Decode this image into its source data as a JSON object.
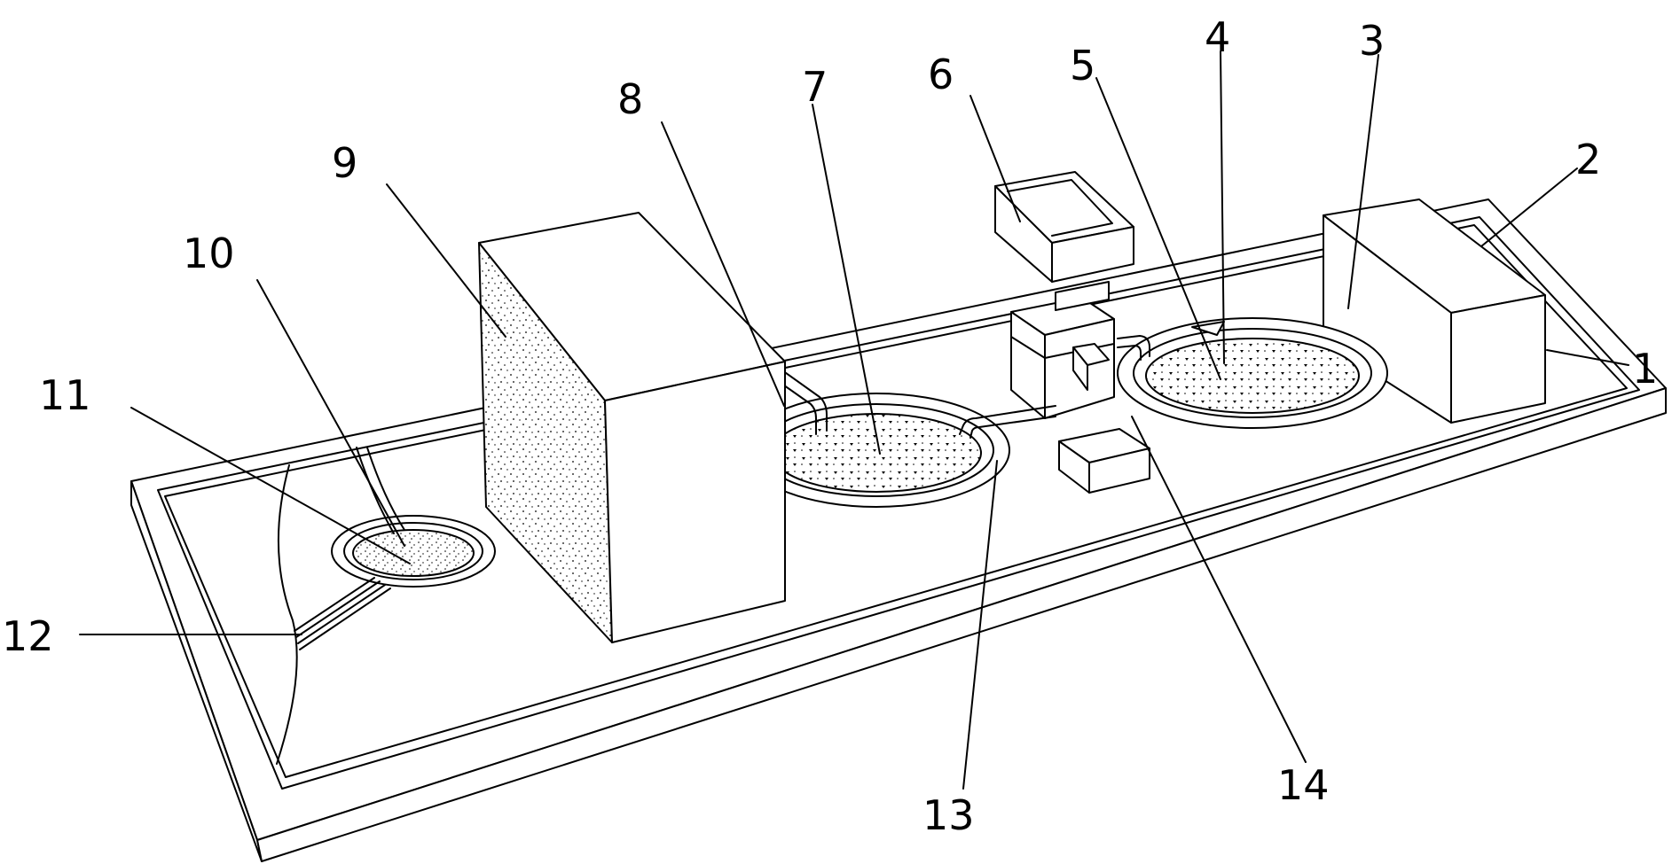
{
  "figure": {
    "labels": [
      {
        "id": "1",
        "text": "1"
      },
      {
        "id": "2",
        "text": "2"
      },
      {
        "id": "3",
        "text": "3"
      },
      {
        "id": "4",
        "text": "4"
      },
      {
        "id": "5",
        "text": "5"
      },
      {
        "id": "6",
        "text": "6"
      },
      {
        "id": "7",
        "text": "7"
      },
      {
        "id": "8",
        "text": "8"
      },
      {
        "id": "9",
        "text": "9"
      },
      {
        "id": "10",
        "text": "10"
      },
      {
        "id": "11",
        "text": "11"
      },
      {
        "id": "12",
        "text": "12"
      },
      {
        "id": "13",
        "text": "13"
      },
      {
        "id": "14",
        "text": "14"
      }
    ]
  }
}
